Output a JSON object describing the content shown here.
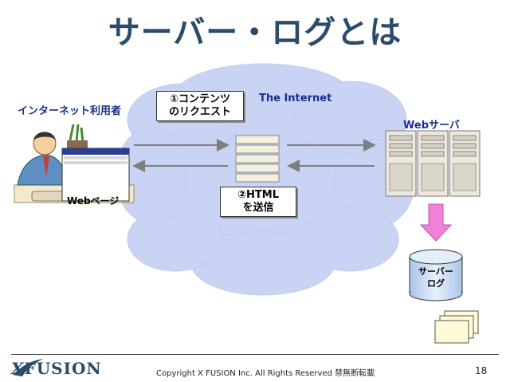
{
  "title": "サーバー・ログとは",
  "labels": {
    "user": "インターネット利用者",
    "internet": "The Internet",
    "server": "Webサーバ",
    "webpage": "Webページ"
  },
  "callouts": {
    "request_line1": "①コンテンツ",
    "request_line2": "のリクエスト",
    "html_line1": "②HTML",
    "html_line2": "を送信"
  },
  "log": {
    "line1": "サーバー",
    "line2": "ログ"
  },
  "footer": {
    "logo": "FUSION",
    "logo_mark": "X",
    "copyright": "Copyright X FUSION Inc. All Rights Reserved 禁無断転載",
    "page_number": "18"
  },
  "colors": {
    "title": "#2a4b6c",
    "label_blue": "#1a2f90",
    "cloud": "#c9d3f3",
    "arrow": "#7f7f7f",
    "down_arrow": "#f080d8",
    "database": "#cfe0f4"
  }
}
